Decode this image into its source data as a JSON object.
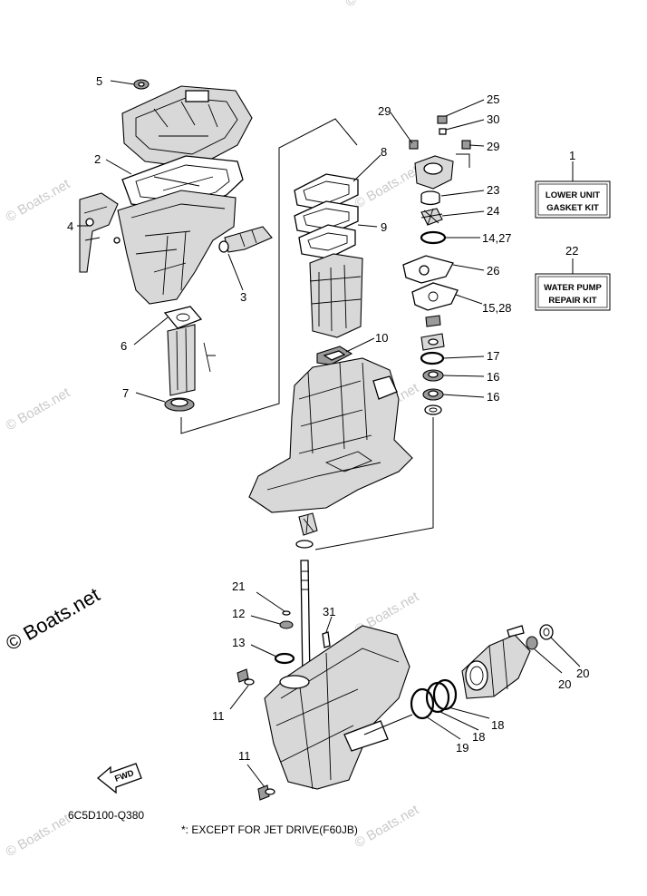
{
  "callouts": [
    {
      "id": "c5",
      "text": "5"
    },
    {
      "id": "c2",
      "text": "2"
    },
    {
      "id": "c4",
      "text": "4"
    },
    {
      "id": "c3",
      "text": "3"
    },
    {
      "id": "c6",
      "text": "6"
    },
    {
      "id": "c7",
      "text": "7"
    },
    {
      "id": "c8",
      "text": "8"
    },
    {
      "id": "c9",
      "text": "9"
    },
    {
      "id": "c10",
      "text": "10"
    },
    {
      "id": "c29a",
      "text": "29"
    },
    {
      "id": "c25",
      "text": "25"
    },
    {
      "id": "c30",
      "text": "30"
    },
    {
      "id": "c29b",
      "text": "29"
    },
    {
      "id": "c23",
      "text": "23"
    },
    {
      "id": "c24",
      "text": "24"
    },
    {
      "id": "c1427",
      "text": "14,27"
    },
    {
      "id": "c26",
      "text": "26"
    },
    {
      "id": "c1528",
      "text": "15,28"
    },
    {
      "id": "c17",
      "text": "17"
    },
    {
      "id": "c16a",
      "text": "16"
    },
    {
      "id": "c16b",
      "text": "16"
    },
    {
      "id": "c1",
      "text": "1"
    },
    {
      "id": "c22",
      "text": "22"
    },
    {
      "id": "c21",
      "text": "21"
    },
    {
      "id": "c12",
      "text": "12"
    },
    {
      "id": "c31",
      "text": "31"
    },
    {
      "id": "c13",
      "text": "13"
    },
    {
      "id": "c11a",
      "text": "11"
    },
    {
      "id": "c11b",
      "text": "11"
    },
    {
      "id": "c19",
      "text": "19"
    },
    {
      "id": "c18a",
      "text": "18"
    },
    {
      "id": "c18b",
      "text": "18"
    },
    {
      "id": "c20a",
      "text": "20"
    },
    {
      "id": "c20b",
      "text": "20"
    }
  ],
  "kits": {
    "gasket": {
      "line1": "LOWER UNIT",
      "line2": "GASKET KIT"
    },
    "pump": {
      "line1": "WATER PUMP",
      "line2": "REPAIR KIT"
    }
  },
  "fwd_label": "FWD",
  "diagram_code": "6C5D100-Q380",
  "footnote": "*: EXCEPT FOR JET DRIVE(F60JB)",
  "watermark": "© Boats.net"
}
